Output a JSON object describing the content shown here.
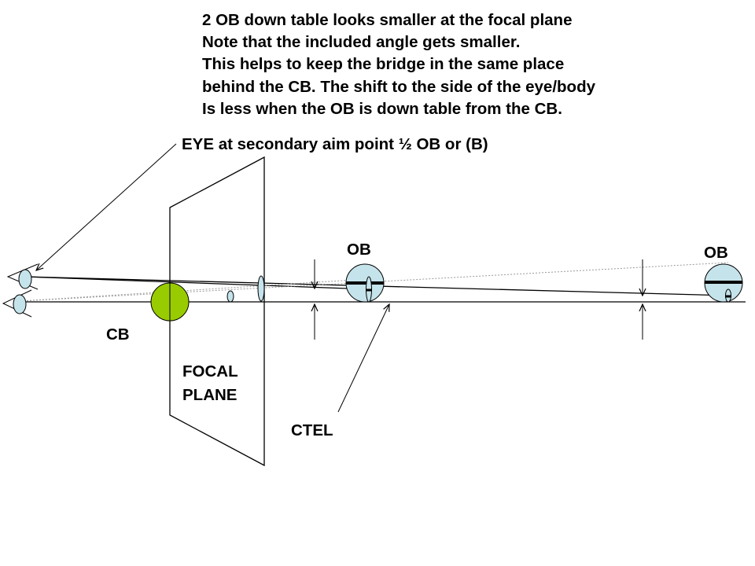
{
  "notes": [
    "2 OB down table looks smaller at the focal plane",
    "Note that the included angle gets smaller.",
    "This helps to keep the bridge in the same place",
    "behind the CB. The shift to the side of the eye/body",
    "Is less when the OB is down table from the CB."
  ],
  "labels": {
    "eye": "EYE at secondary aim point ½ OB or (B)",
    "ob_near": "OB",
    "ob_far": "OB",
    "cb": "CB",
    "focal_line1": "FOCAL",
    "focal_line2": "PLANE",
    "ctel": "CTEL"
  },
  "colors": {
    "cue_ball": "#99cc00",
    "object_ball": "#c5e3ea",
    "eye": "#c5e3ea",
    "line": "#000000",
    "dotted_line": "#9a9a9a"
  }
}
